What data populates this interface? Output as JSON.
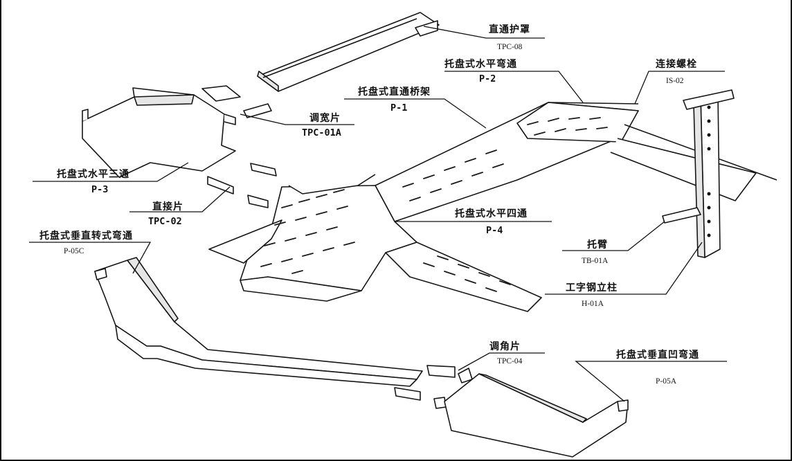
{
  "labels": {
    "zhitong_huzhao": {
      "name": "直通护罩",
      "code": "TPC-08"
    },
    "shuiping_wantong": {
      "name": "托盘式水平弯通",
      "code": "P-2"
    },
    "lianjie_luoshuan": {
      "name": "连接螺栓",
      "code": "IS-02"
    },
    "zhitong_qiaojia": {
      "name": "托盘式直通桥架",
      "code": "P-1"
    },
    "tiaokuan_pian": {
      "name": "调宽片",
      "code": "TPC-01A"
    },
    "shuiping_santong": {
      "name": "托盘式水平三通",
      "code": "P-3"
    },
    "zhijie_pian": {
      "name": "直接片",
      "code": "TPC-02"
    },
    "shuiping_sitong": {
      "name": "托盘式水平四通",
      "code": "P-4"
    },
    "chuizhi_zhuan_wantong": {
      "name": "托盘式垂直转式弯通",
      "code": "P-05C"
    },
    "tuobi": {
      "name": "托臂",
      "code": "TB-01A"
    },
    "gangzi_lizhu": {
      "name": "工字钢立柱",
      "code": "H-01A"
    },
    "tiaojiao_pian": {
      "name": "调角片",
      "code": "TPC-04"
    },
    "chuizhi_ao_wantong": {
      "name": "托盘式垂直凹弯通",
      "code": "P-05A"
    }
  },
  "colors": {
    "ink": "#111111",
    "paper": "#ffffff"
  }
}
